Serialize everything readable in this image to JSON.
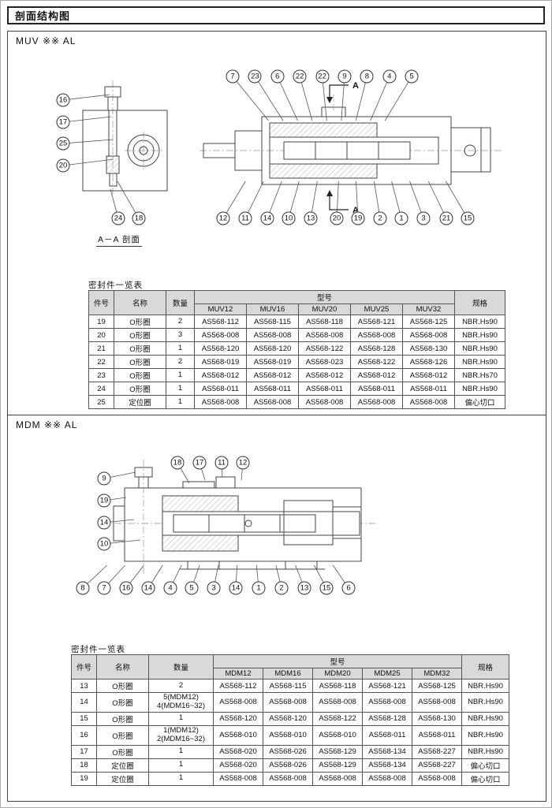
{
  "page": {
    "title": "剖面结构图"
  },
  "muv": {
    "heading": "MUV ※※ AL",
    "arrow_label": "A",
    "section_label": "A－A 剖面",
    "table_title": "密封件一览表",
    "callouts": {
      "top": [
        "7",
        "23",
        "6",
        "22",
        "22",
        "9",
        "8",
        "4",
        "5"
      ],
      "left": [
        "16",
        "17",
        "25",
        "20"
      ],
      "bottom_left": [
        "24",
        "18"
      ],
      "bottom": [
        "12",
        "11",
        "14",
        "10",
        "13",
        "20",
        "19",
        "2",
        "1",
        "3",
        "21",
        "15"
      ]
    },
    "table": {
      "col_part": "件号",
      "col_name": "名称",
      "col_qty": "数量",
      "col_model": "型号",
      "col_spec": "规格",
      "models": [
        "MUV12",
        "MUV16",
        "MUV20",
        "MUV25",
        "MUV32"
      ],
      "rows": [
        {
          "part": "19",
          "name": "O形圈",
          "qty": "2",
          "values": [
            "AS568-112",
            "AS568-115",
            "AS568-118",
            "AS568-121",
            "AS568-125"
          ],
          "spec": "NBR.Hs90"
        },
        {
          "part": "20",
          "name": "O形圈",
          "qty": "3",
          "values": [
            "AS568-008",
            "AS568-008",
            "AS568-008",
            "AS568-008",
            "AS568-008"
          ],
          "spec": "NBR.Hs90"
        },
        {
          "part": "21",
          "name": "O形圈",
          "qty": "1",
          "values": [
            "AS568-120",
            "AS568-120",
            "AS568-122",
            "AS568-128",
            "AS568-130"
          ],
          "spec": "NBR.Hs90"
        },
        {
          "part": "22",
          "name": "O形圈",
          "qty": "2",
          "values": [
            "AS568-019",
            "AS568-019",
            "AS568-023",
            "AS568-122",
            "AS568-126"
          ],
          "spec": "NBR.Hs90"
        },
        {
          "part": "23",
          "name": "O形圈",
          "qty": "1",
          "values": [
            "AS568-012",
            "AS568-012",
            "AS568-012",
            "AS568-012",
            "AS568-012"
          ],
          "spec": "NBR.Hs70"
        },
        {
          "part": "24",
          "name": "O形圈",
          "qty": "1",
          "values": [
            "AS568-011",
            "AS568-011",
            "AS568-011",
            "AS568-011",
            "AS568-011"
          ],
          "spec": "NBR.Hs90"
        },
        {
          "part": "25",
          "name": "定位圈",
          "qty": "1",
          "values": [
            "AS568-008",
            "AS568-008",
            "AS568-008",
            "AS568-008",
            "AS568-008"
          ],
          "spec": "偏心切口"
        }
      ]
    }
  },
  "mdm": {
    "heading": "MDM ※※ AL",
    "table_title": "密封件一览表",
    "callouts": {
      "top": [
        "18",
        "17",
        "11",
        "12"
      ],
      "left": [
        "9",
        "19",
        "14",
        "10"
      ],
      "bottom": [
        "8",
        "7",
        "16",
        "14",
        "4",
        "5",
        "3",
        "14",
        "1",
        "2",
        "13",
        "15",
        "6"
      ]
    },
    "table": {
      "col_part": "件号",
      "col_name": "名称",
      "col_qty": "数量",
      "col_model": "型号",
      "col_spec": "规格",
      "models": [
        "MDM12",
        "MDM16",
        "MDM20",
        "MDM25",
        "MDM32"
      ],
      "rows": [
        {
          "part": "13",
          "name": "O形圈",
          "qty": "2",
          "values": [
            "AS568-112",
            "AS568-115",
            "AS568-118",
            "AS568-121",
            "AS568-125"
          ],
          "spec": "NBR.Hs90"
        },
        {
          "part": "14",
          "name": "O形圈",
          "qty": "5(MDM12)\n4(MDM16~32)",
          "values": [
            "AS568-008",
            "AS568-008",
            "AS568-008",
            "AS568-008",
            "AS568-008"
          ],
          "spec": "NBR.Hs90"
        },
        {
          "part": "15",
          "name": "O形圈",
          "qty": "1",
          "values": [
            "AS568-120",
            "AS568-120",
            "AS568-122",
            "AS568-128",
            "AS568-130"
          ],
          "spec": "NBR.Hs90"
        },
        {
          "part": "16",
          "name": "O形圈",
          "qty": "1(MDM12)\n2(MDM16~32)",
          "values": [
            "AS568-010",
            "AS568-010",
            "AS568-010",
            "AS568-011",
            "AS568-011"
          ],
          "spec": "NBR.Hs90"
        },
        {
          "part": "17",
          "name": "O形圈",
          "qty": "1",
          "values": [
            "AS568-020",
            "AS568-026",
            "AS568-129",
            "AS568-134",
            "AS568-227"
          ],
          "spec": "NBR.Hs90"
        },
        {
          "part": "18",
          "name": "定位圈",
          "qty": "1",
          "values": [
            "AS568-020",
            "AS568-026",
            "AS568-129",
            "AS568-134",
            "AS568-227"
          ],
          "spec": "偏心切口"
        },
        {
          "part": "19",
          "name": "定位圈",
          "qty": "1",
          "values": [
            "AS568-008",
            "AS568-008",
            "AS568-008",
            "AS568-008",
            "AS568-008"
          ],
          "spec": "偏心切口"
        }
      ]
    }
  }
}
